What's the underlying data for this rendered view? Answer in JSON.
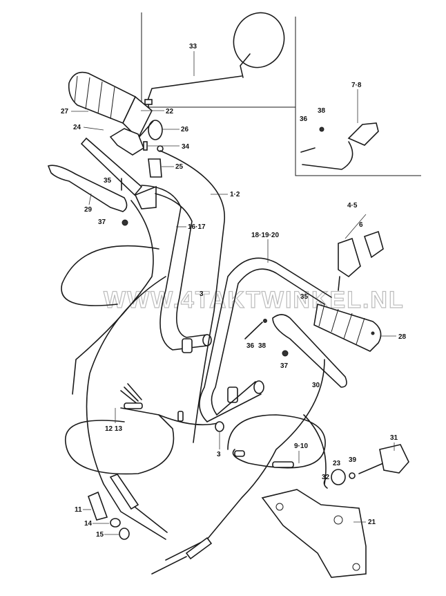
{
  "diagram": {
    "watermark": "WWW.4TAKTWINKEL.NL",
    "part_labels": {
      "mirror": "33",
      "switch_7_8": "7·8",
      "screw_36_top": "36",
      "washer_38_top": "38",
      "grip_left": "27",
      "throttle_22": "22",
      "throttle_24": "24",
      "throttle_26": "26",
      "screw_34": "34",
      "cap_25": "25",
      "pivot_35_left": "35",
      "cable_1_2": "1·2",
      "lever_29": "29",
      "nut_37_left": "37",
      "cable_16_17": "16·17",
      "switch_4_5": "4·5",
      "switch_6": "6",
      "handlebar_18_19_20": "18·19·20",
      "clamp_3_top": "3",
      "pivot_35_right": "35",
      "grip_right": "28",
      "screw_36_bottom": "36",
      "washer_38_bottom": "38",
      "nut_37_right": "37",
      "lever_30": "30",
      "cable_12_13": "12 13",
      "clamp_3_bottom": "3",
      "cable_9_10": "9·10",
      "knob_31": "31",
      "damper_23": "23",
      "washer_39": "39",
      "clip_32": "32",
      "spring_11": "11",
      "nut_14": "14",
      "nut_15": "15",
      "holder_21": "21"
    }
  }
}
